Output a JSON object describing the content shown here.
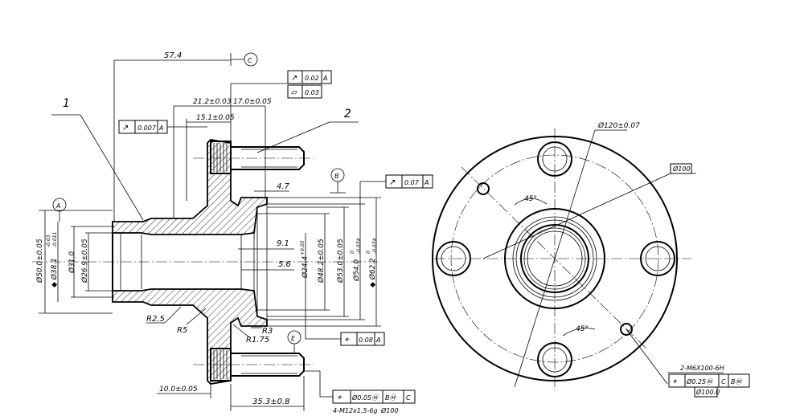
{
  "section_view": {
    "callouts": {
      "part1": "1",
      "part2": "2"
    },
    "datums": {
      "A": "A",
      "B": "B",
      "C": "C",
      "E": "E"
    },
    "dimensions": {
      "d57_4": "57.4",
      "d21_2": "21.2±0.03",
      "d17_0": "17.0±0.05",
      "d15_1": "15.1±0.05",
      "d4_7": "4.7",
      "d9_1": "9.1",
      "d5_6": "5.6",
      "r2_5": "R2.5",
      "r5": "R5",
      "r3": "R3",
      "r1_75": "R1.75",
      "d10_0": "10.0±0.05",
      "d35_3": "35.3±0.8",
      "dia50": "Ø50.0±0.05",
      "dia38": "◆ Ø38.1",
      "dia38_tol_upper": "-0.03",
      "dia38_tol_lower": "-0.011",
      "dia31": "Ø31.0",
      "dia26": "Ø26.9±0.05",
      "dia24": "Ø24.4",
      "dia24_tol": "+0.05",
      "dia48": "Ø48.2±0.05",
      "dia53": "Ø53.0±0.05",
      "dia54": "Ø54.0",
      "dia54_tol_upper": "0",
      "dia54_tol_lower": "-0.074",
      "dia62": "◆ Ø62.2",
      "dia62_tol_upper": "0",
      "dia62_tol_lower": "-0.074",
      "thread_note": "4-M12x1.5-6g",
      "thread_dia": "Ø100"
    },
    "fcf": {
      "runout_top": {
        "symbol": "↗",
        "value": "0.02",
        "datum": "A"
      },
      "flatness_top": {
        "symbol": "▱",
        "value": "0.03"
      },
      "runout_left": {
        "symbol": "↗",
        "value": "0.007",
        "datum": "A"
      },
      "runout_right": {
        "symbol": "↗",
        "value": "0.07",
        "datum": "A"
      },
      "position_mid": {
        "symbol": "⌖",
        "value": "0.08",
        "datum": "A"
      },
      "position_bottom": {
        "symbol": "⌖",
        "value": "Ø0.05Ⓜ",
        "datum1": "BⓂ",
        "datum2": "C"
      }
    }
  },
  "front_view": {
    "dimensions": {
      "dia120": "Ø120±0.07",
      "dia100": "Ø100",
      "angle_top": "45°",
      "angle_bottom": "45°",
      "thread_note": "2-M6X100-6H",
      "basic_dia": "Ø100.0"
    },
    "fcf": {
      "position": {
        "symbol": "⌖",
        "value": "Ø0.25Ⓜ",
        "datum1": "C",
        "datum2": "BⓂ"
      }
    }
  }
}
